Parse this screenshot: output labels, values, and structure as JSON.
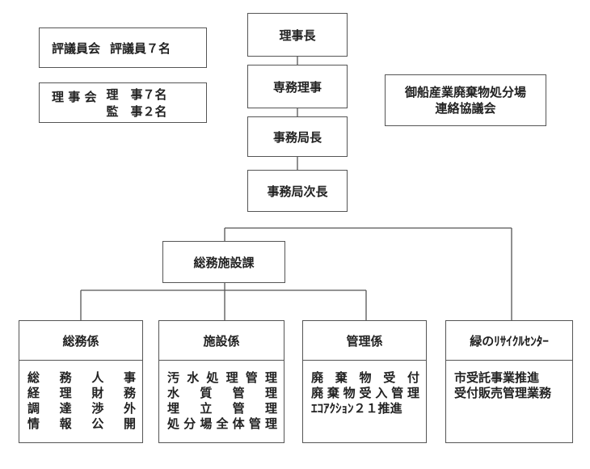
{
  "left_boxes": {
    "council": {
      "body": "評議員会",
      "members": "評議員７名"
    },
    "board": {
      "body": "理 事 会",
      "role1": "理　事７名",
      "role2": "監　事２名"
    }
  },
  "chain": {
    "chairman": "理事長",
    "managing_director": "専務理事",
    "secretary_general": "事務局長",
    "deputy_secretary_general": "事務局次長"
  },
  "liaison": {
    "line1": "御船産業廃棄物処分場",
    "line2": "連絡協議会"
  },
  "division": {
    "label": "総務施設課"
  },
  "sections": [
    {
      "title": "総務係",
      "duties": [
        "総務人事",
        "経理財務",
        "調達渉外",
        "情報公開"
      ]
    },
    {
      "title": "施設係",
      "duties": [
        "汚水処理管理",
        "水質管理",
        "埋立管理",
        "処分場全体管理"
      ]
    },
    {
      "title": "管理係",
      "duties": [
        "廃棄物受付",
        "廃棄物受入管理",
        "ｴｺｱｸｼｮﾝ２１推進"
      ]
    },
    {
      "title": "緑のﾘｻｲｸﾙｾﾝﾀｰ",
      "duties": [
        "市受託事業推進",
        "受付販売管理業務"
      ]
    }
  ],
  "colors": {
    "border": "#555555",
    "text": "#222222",
    "background": "#ffffff"
  }
}
